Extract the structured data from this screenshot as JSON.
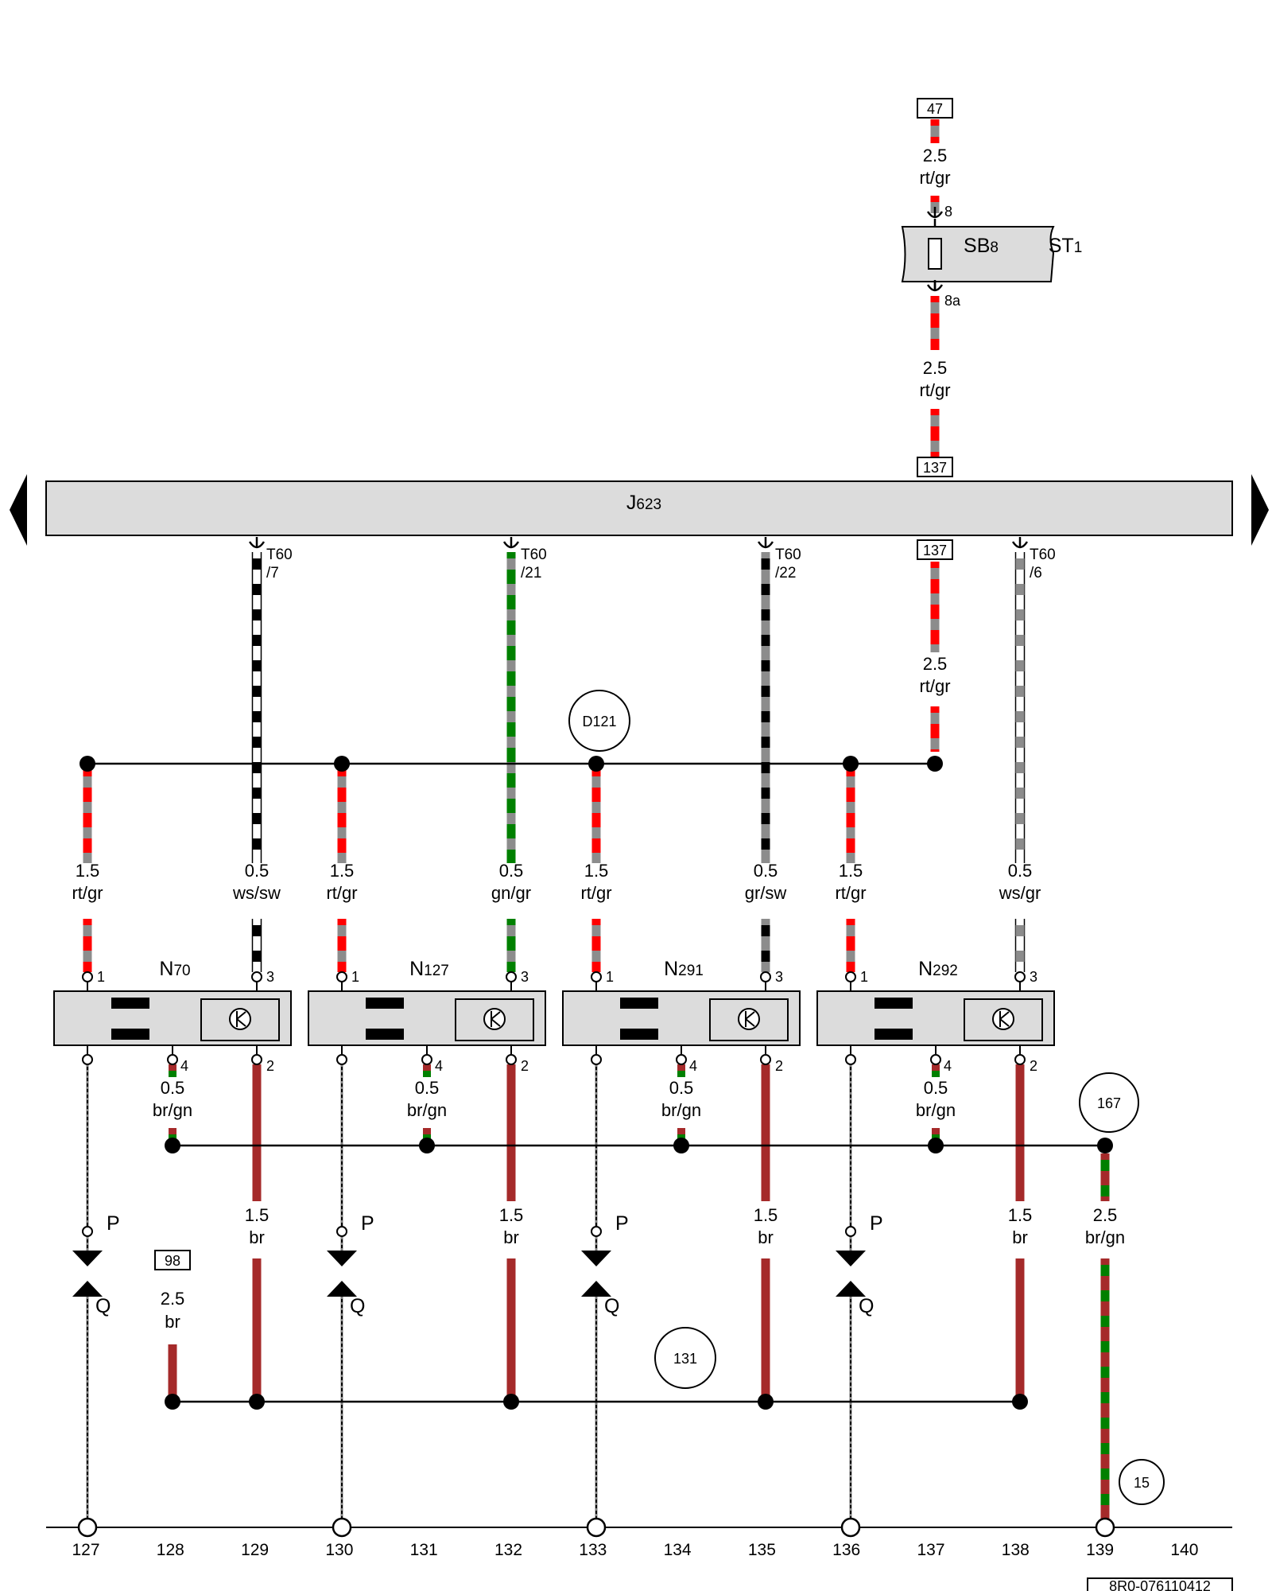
{
  "colors": {
    "red": "#ff0000",
    "grey": "#8c8c8c",
    "black": "#000000",
    "white": "#ffffff",
    "green": "#008000",
    "brown": "#a52a2a",
    "box_fill": "#dcdcdc"
  },
  "top_link": {
    "ref_in": "47",
    "wire_in": {
      "size": "2.5",
      "color": "rt/gr"
    },
    "fuse": "SB8",
    "fuse_name": "SB",
    "fuse_sub": "8",
    "fuse_holder": "ST1",
    "fuse_holder_name": "ST",
    "fuse_holder_sub": "1",
    "pin_in": "8",
    "pin_out": "8a",
    "wire_out": {
      "size": "2.5",
      "color": "rt/gr"
    },
    "ref_out": "137"
  },
  "control_unit": {
    "name": "J",
    "sub": "623"
  },
  "connectors": [
    {
      "label_top": "T60",
      "label_bot": "/7"
    },
    {
      "label_top": "T60",
      "label_bot": "/21"
    },
    {
      "label_top": "T60",
      "label_bot": "/22"
    },
    {
      "label_top": "T60",
      "label_bot": "/6"
    }
  ],
  "ref_below_j623": "137",
  "supply_wire": {
    "size": "2.5",
    "color": "rt/gr"
  },
  "circles": {
    "d121": "D121",
    "c167": "167",
    "c131": "131",
    "c15": "15"
  },
  "valves": [
    {
      "name": "N",
      "sub": "70",
      "pins": [
        "1",
        "3",
        "4",
        "2"
      ],
      "supply": {
        "size": "1.5",
        "color": "rt/gr"
      },
      "signal": {
        "size": "0.5",
        "color": "ws/sw"
      },
      "ground_small": {
        "size": "0.5",
        "color": "br/gn"
      },
      "ground": {
        "size": "1.5",
        "color": "br"
      }
    },
    {
      "name": "N",
      "sub": "127",
      "pins": [
        "1",
        "3",
        "4",
        "2"
      ],
      "supply": {
        "size": "1.5",
        "color": "rt/gr"
      },
      "signal": {
        "size": "0.5",
        "color": "gn/gr"
      },
      "ground_small": {
        "size": "0.5",
        "color": "br/gn"
      },
      "ground": {
        "size": "1.5",
        "color": "br"
      }
    },
    {
      "name": "N",
      "sub": "291",
      "pins": [
        "1",
        "3",
        "4",
        "2"
      ],
      "supply": {
        "size": "1.5",
        "color": "rt/gr"
      },
      "signal": {
        "size": "0.5",
        "color": "gr/sw"
      },
      "ground_small": {
        "size": "0.5",
        "color": "br/gn"
      },
      "ground": {
        "size": "1.5",
        "color": "br"
      }
    },
    {
      "name": "N",
      "sub": "292",
      "pins": [
        "1",
        "3",
        "4",
        "2"
      ],
      "supply": {
        "size": "1.5",
        "color": "rt/gr"
      },
      "signal": {
        "size": "0.5",
        "color": "ws/gr"
      },
      "ground_small": {
        "size": "0.5",
        "color": "br/gn"
      },
      "ground": {
        "size": "1.5",
        "color": "br"
      }
    }
  ],
  "ground_main": {
    "size": "2.5",
    "color": "br/gn"
  },
  "ground_98": {
    "ref": "98",
    "size": "2.5",
    "color": "br"
  },
  "pq": {
    "p": "P",
    "q": "Q"
  },
  "track_numbers": [
    "127",
    "128",
    "129",
    "130",
    "131",
    "132",
    "133",
    "134",
    "135",
    "136",
    "137",
    "138",
    "139",
    "140"
  ],
  "doc_id": "8R0-076110412"
}
